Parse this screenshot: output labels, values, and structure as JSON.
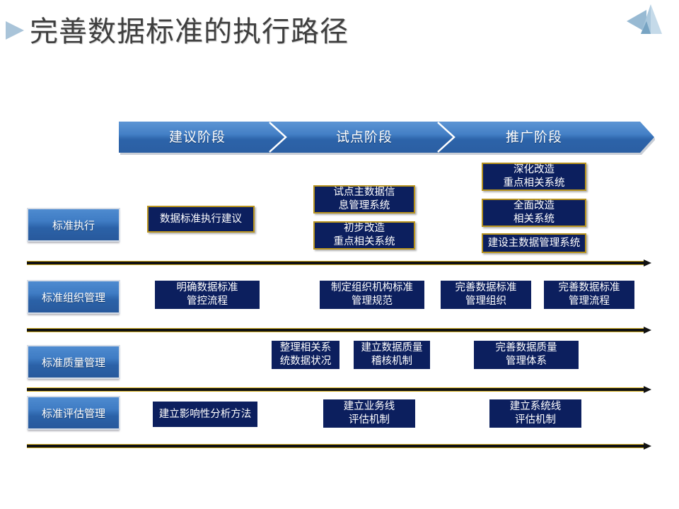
{
  "slide": {
    "title": "完善数据标准的执行路径",
    "bullet_icon": "triangle-right-icon",
    "deco_icon": "triangle-cluster-logo",
    "accent_blue": "#2b62a8",
    "navy": "#0c1f5e",
    "gold": "#b8941f",
    "title_color": "#3f3f3f"
  },
  "phases": [
    {
      "label": "建议阶段"
    },
    {
      "label": "试点阶段"
    },
    {
      "label": "推广阶段"
    }
  ],
  "rows": [
    {
      "label": "标准执行",
      "boxes": [
        {
          "lines": [
            "数据标准执行建议"
          ],
          "gold": true
        },
        {
          "lines": [
            "试点主数据信",
            "息管理系统"
          ],
          "gold": true
        },
        {
          "lines": [
            "初步改造",
            "重点相关系统"
          ],
          "gold": true
        },
        {
          "lines": [
            "深化改造",
            "重点相关系统"
          ],
          "gold": true
        },
        {
          "lines": [
            "全面改造",
            "相关系统"
          ],
          "gold": true
        },
        {
          "lines": [
            "建设主数据管理系统"
          ],
          "gold": true
        }
      ]
    },
    {
      "label": "标准组织管理",
      "boxes": [
        {
          "lines": [
            "明确数据标准",
            "管控流程"
          ],
          "gold": false
        },
        {
          "lines": [
            "制定组织机构标准",
            "管理规范"
          ],
          "gold": false
        },
        {
          "lines": [
            "完善数据标准",
            "管理组织"
          ],
          "gold": false
        },
        {
          "lines": [
            "完善数据标准",
            "管理流程"
          ],
          "gold": false
        }
      ]
    },
    {
      "label": "标准质量管理",
      "boxes": [
        {
          "lines": [
            "整理相关系",
            "统数据状况"
          ],
          "gold": false
        },
        {
          "lines": [
            "建立数据质量",
            "稽核机制"
          ],
          "gold": false
        },
        {
          "lines": [
            "完善数据质量",
            "管理体系"
          ],
          "gold": false
        }
      ]
    },
    {
      "label": "标准评估管理",
      "boxes": [
        {
          "lines": [
            "建立影响性分析方法"
          ],
          "gold": false
        },
        {
          "lines": [
            "建立业务线",
            "评估机制"
          ],
          "gold": false
        },
        {
          "lines": [
            "建立系统线",
            "评估机制"
          ],
          "gold": false
        }
      ]
    }
  ]
}
